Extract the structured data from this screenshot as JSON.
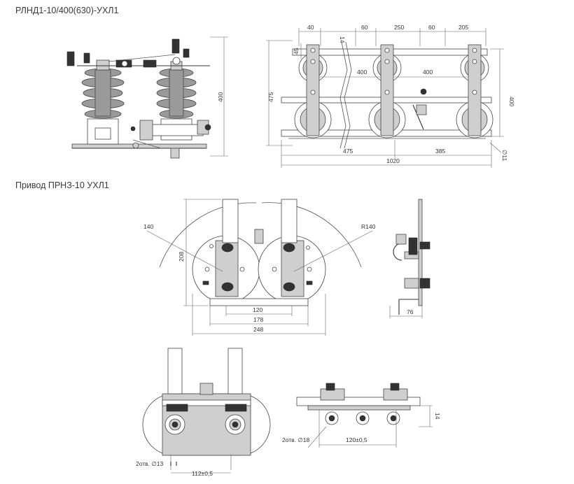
{
  "titles": {
    "main": "РЛНД1-10/400(630)-УХЛ1",
    "drive": "Привод ПРНЗ-10 УХЛ1"
  },
  "side_view": {
    "height": "400"
  },
  "plan_view": {
    "top_dims": [
      "40",
      "14",
      "60",
      "250",
      "60",
      "205"
    ],
    "left_45": "45",
    "left_475": "475",
    "inner_400_a": "400",
    "inner_400_b": "400",
    "right_400": "400",
    "bottom_475": "475",
    "bottom_385": "385",
    "bottom_1020": "1020",
    "hole": "∅11"
  },
  "drive_front": {
    "r_left": "140",
    "r_right": "R140",
    "height": "208",
    "w120": "120",
    "w178": "178",
    "w248": "248"
  },
  "drive_side": {
    "w76": "76"
  },
  "drive_bottom": {
    "holes": "2отв. ∅13",
    "spacing": "112±0,5"
  },
  "drive_top": {
    "holes": "2отв. ∅18",
    "spacing": "120±0,5",
    "h14": "14"
  }
}
